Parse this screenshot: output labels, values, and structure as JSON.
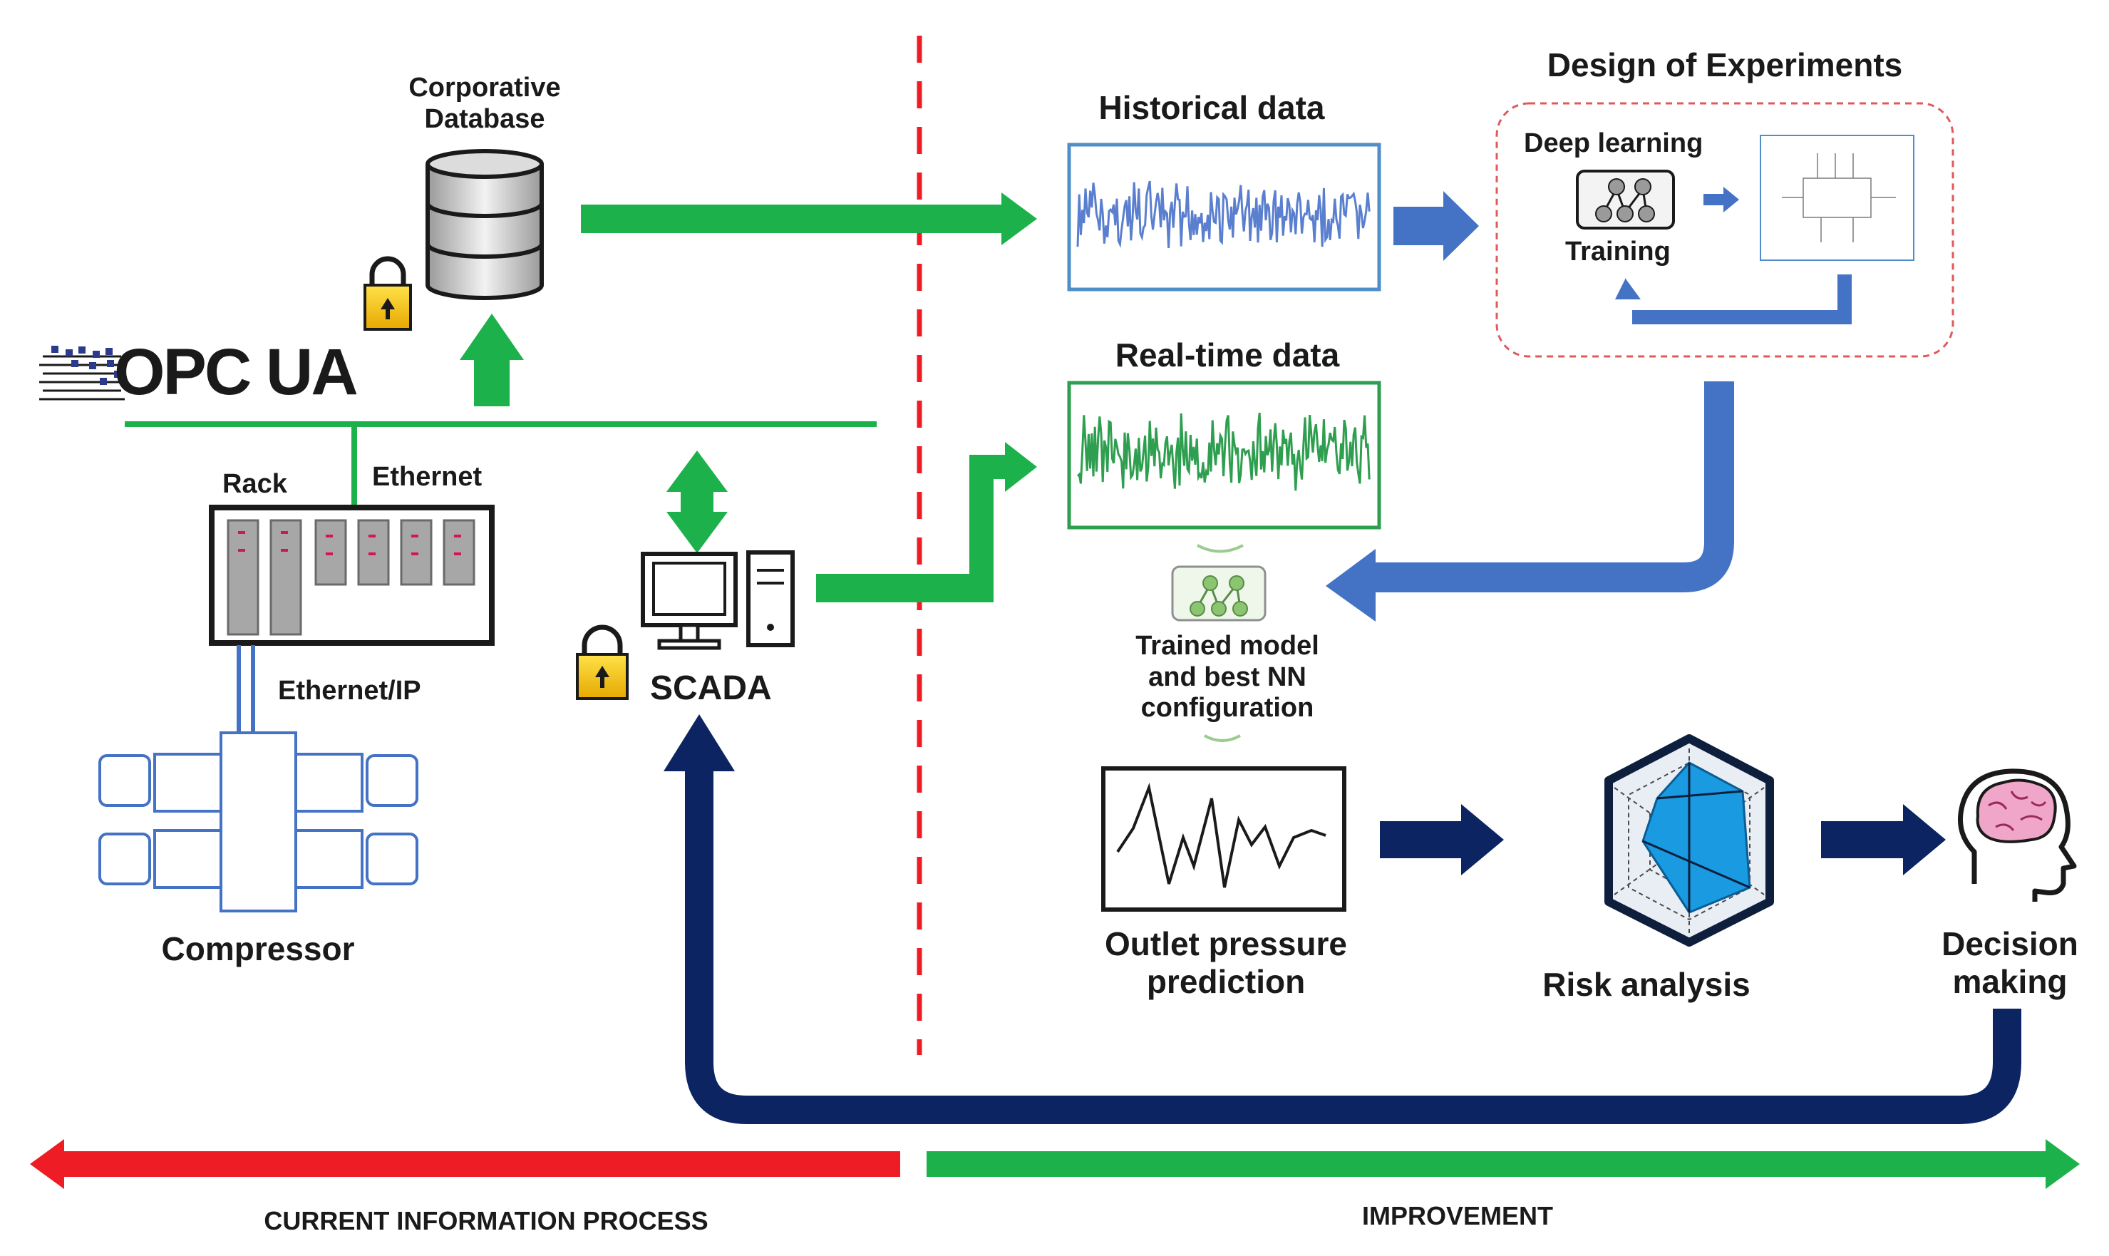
{
  "labels": {
    "corporative_database": "Corporative\nDatabase",
    "opc_ua": "OPC UA",
    "rack": "Rack",
    "ethernet": "Ethernet",
    "ethernet_ip": "Ethernet/IP",
    "compressor": "Compressor",
    "scada": "SCADA",
    "historical_data": "Historical data",
    "realtime_data": "Real-time data",
    "design_of_experiments": "Design of Experiments",
    "deep_learning": "Deep learning",
    "training": "Training",
    "trained_model": "Trained model\nand best NN\nconfiguration",
    "outlet_pressure": "Outlet pressure\nprediction",
    "risk_analysis": "Risk analysis",
    "decision_making": "Decision\nmaking",
    "current_process": "CURRENT  INFORMATION  PROCESS",
    "improvement": "IMPROVEMENT"
  },
  "colors": {
    "green": "#1db14b",
    "red": "#ee1c24",
    "blue": "#4472c4",
    "navy": "#0c2461",
    "signal_blue": "#5b7fcf",
    "signal_green": "#2e9e4f",
    "hex_fill": "#1a9ae0"
  },
  "icons": {
    "database": "database-icon",
    "lock": "lock-icon",
    "computer": "computer-icon",
    "brain": "brain-head-icon",
    "network": "neural-network-icon"
  }
}
